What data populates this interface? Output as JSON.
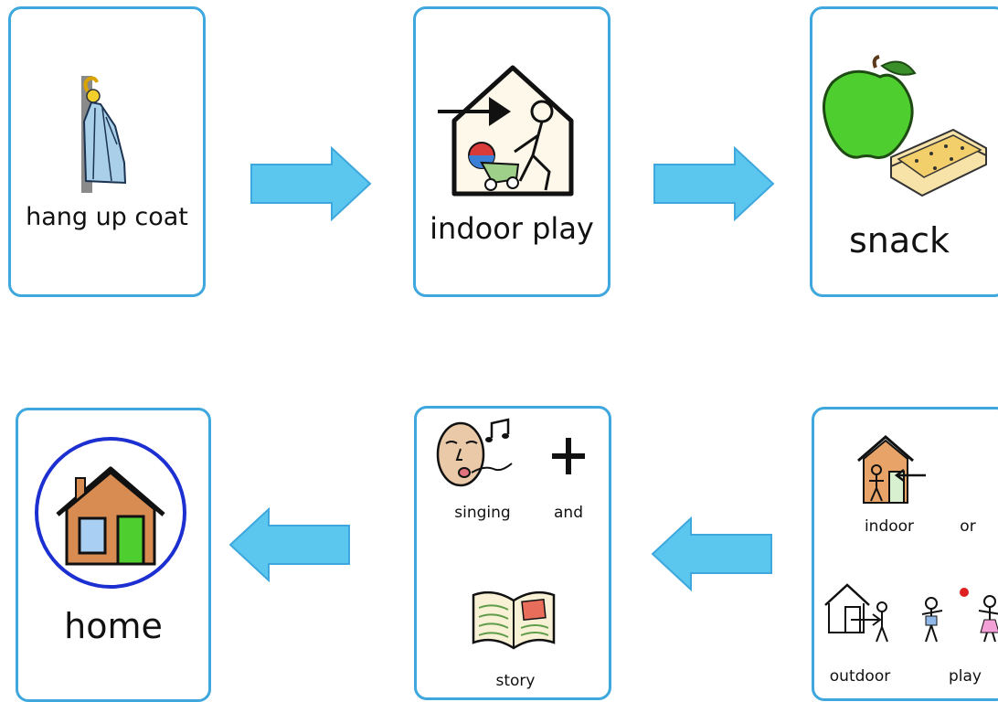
{
  "colors": {
    "card_border": "#3ea7dd",
    "arrow_fill": "#5bc7ee",
    "arrow_stroke": "#3ea7dd"
  },
  "cards": {
    "hang_up_coat": {
      "label": "hang up coat",
      "icon": "coat-on-hook-icon"
    },
    "indoor_play": {
      "label": "indoor play",
      "icon": "child-playing-in-house-icon"
    },
    "snack": {
      "label": "snack",
      "icon": "apple-and-biscuit-icon"
    },
    "singing_and_story": {
      "singing": "singing",
      "and": "and",
      "story": "story",
      "icons": [
        "singing-face-icon",
        "plus-icon",
        "open-book-icon"
      ]
    },
    "indoor_or_outdoor_play": {
      "indoor": "indoor",
      "or": "or",
      "outdoor": "outdoor",
      "play": "play",
      "icons": [
        "indoor-house-icon",
        "outdoor-house-icon",
        "children-playing-ball-icon"
      ]
    },
    "home": {
      "label": "home",
      "icon": "home-house-icon"
    }
  }
}
